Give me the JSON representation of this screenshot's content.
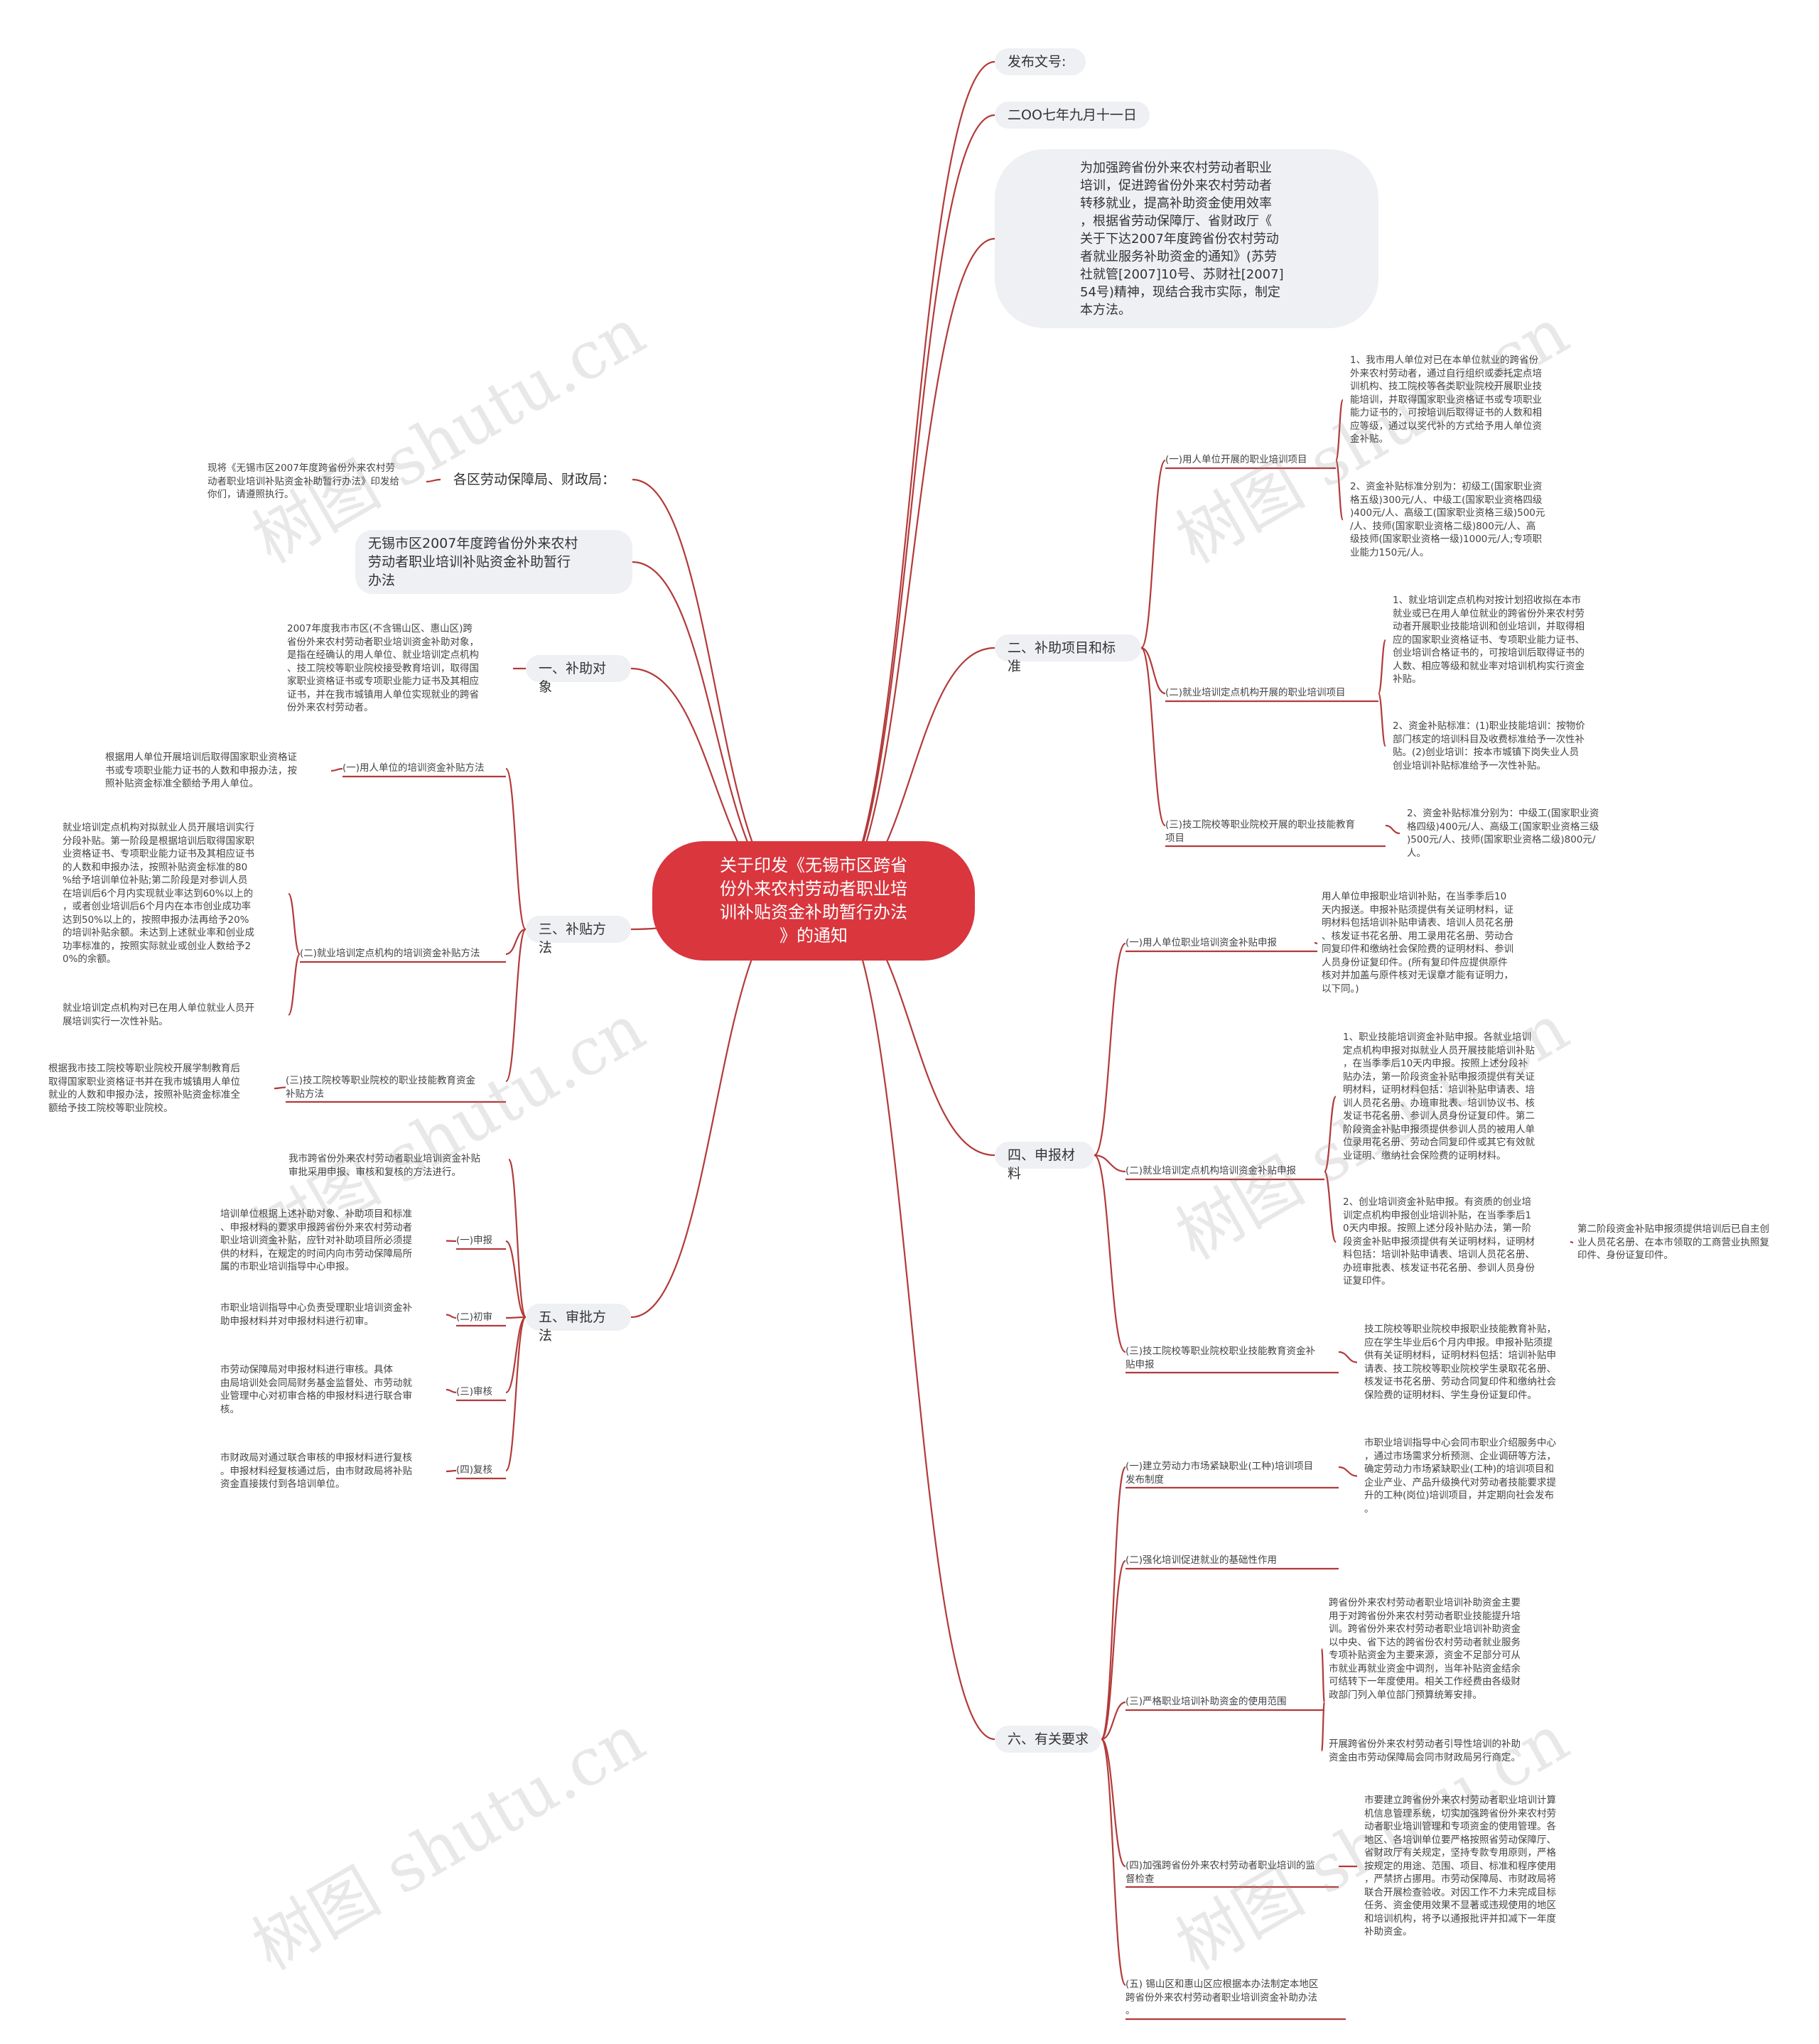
{
  "watermark": "树图 shutu.cn",
  "root": {
    "title": "关于印发《无锡市区跨省\n份外来农村劳动者职业培\n训补贴资金补助暂行办法\n》的通知"
  },
  "right": {
    "doc_no": "发布文号:",
    "date": "二OO七年九月十一日",
    "intro": "为加强跨省份外来农村劳动者职业\n培训，促进跨省份外来农村劳动者\n转移就业，提高补助资金使用效率\n，根据省劳动保障厅、省财政厅《\n关于下达2007年度跨省份农村劳动\n者就业服务补助资金的通知》(苏劳\n社就管[2007]10号、苏财社[2007]\n54号)精神，现结合我市实际，制定\n本方法。",
    "b2": {
      "label": "二、补助项目和标准",
      "s1": {
        "label": "(一)用人单位开展的职业培训项目",
        "l1": "1、我市用人单位对已在本单位就业的跨省份\n外来农村劳动者，通过自行组织或委托定点培\n训机构、技工院校等各类职业院校开展职业技\n能培训，并取得国家职业资格证书或专项职业\n能力证书的，可按培训后取得证书的人数和相\n应等级，通过以奖代补的方式给予用人单位资\n金补贴。",
        "l2": "2、资金补贴标准分别为：初级工(国家职业资\n格五级)300元/人、中级工(国家职业资格四级\n)400元/人、高级工(国家职业资格三级)500元\n/人、技师(国家职业资格二级)800元/人、高\n级技师(国家职业资格一级)1000元/人;专项职\n业能力150元/人。"
      },
      "s2": {
        "label": "(二)就业培训定点机构开展的职业培训项目",
        "l1": "1、就业培训定点机构对按计划招收拟在本市\n就业或已在用人单位就业的跨省份外来农村劳\n动者开展职业技能培训和创业培训，并取得相\n应的国家职业资格证书、专项职业能力证书、\n创业培训合格证书的，可按培训后取得证书的\n人数、相应等级和就业率对培训机构实行资金\n补贴。",
        "l2": "2、资金补贴标准：(1)职业技能培训：按物价\n部门核定的培训科目及收费标准给予一次性补\n贴。(2)创业培训：按本市城镇下岗失业人员\n创业培训补贴标准给予一次性补贴。"
      },
      "s3": {
        "label": "(三)技工院校等职业院校开展的职业技能教育\n项目",
        "l1": "2、资金补贴标准分别为：中级工(国家职业资\n格四级)400元/人、高级工(国家职业资格三级\n)500元/人、技师(国家职业资格二级)800元/\n人。"
      }
    },
    "b4": {
      "label": "四、申报材料",
      "s1": {
        "label": "(一)用人单位职业培训资金补贴申报",
        "l1": "用人单位申报职业培训补贴，在当季季后10\n天内报送。申报补贴须提供有关证明材料，证\n明材料包括培训补贴申请表、培训人员花名册\n、核发证书花名册、用工录用花名册、劳动合\n同复印件和缴纳社会保险费的证明材料、参训\n人员身份证复印件。(所有复印件应提供原件\n核对并加盖与原件核对无误章才能有证明力，\n以下同。)"
      },
      "s2": {
        "label": "(二)就业培训定点机构培训资金补贴申报",
        "l1": "1、职业技能培训资金补贴申报。各就业培训\n定点机构申报对拟就业人员开展技能培训补贴\n，在当季季后10天内申报。按照上述分段补\n贴办法，第一阶段资金补贴申报须提供有关证\n明材料，证明材料包括：培训补贴申请表、培\n训人员花名册、办班审批表、培训协议书、核\n发证书花名册、参训人员身份证复印件。第二\n阶段资金补贴申报须提供参训人员的被用人单\n位录用花名册、劳动合同复印件或其它有效就\n业证明、缴纳社会保险费的证明材料。",
        "l2": "2、创业培训资金补贴申报。有资质的创业培\n训定点机构申报创业培训补贴，在当季季后1\n0天内申报。按照上述分段补贴办法，第一阶\n段资金补贴申报须提供有关证明材料，证明材\n料包括：培训补贴申请表、培训人员花名册、\n办班审批表、核发证书花名册、参训人员身份\n证复印件。",
        "l2b": "第二阶段资金补贴申报须提供培训后已自主创\n业人员花名册、在本市领取的工商营业执照复\n印件、身份证复印件。"
      },
      "s3": {
        "label": "(三)技工院校等职业院校职业技能教育资金补\n贴申报",
        "l1": "技工院校等职业院校申报职业技能教育补贴，\n应在学生毕业后6个月内申报。申报补贴须提\n供有关证明材料，证明材料包括：培训补贴申\n请表、技工院校等职业院校学生录取花名册、\n核发证书花名册、劳动合同复印件和缴纳社会\n保险费的证明材料、学生身份证复印件。"
      }
    },
    "b6": {
      "label": "六、有关要求",
      "s1": {
        "label": "(一)建立劳动力市场紧缺职业(工种)培训项目\n发布制度",
        "l1": "市职业培训指导中心会同市职业介绍服务中心\n，通过市场需求分析预测、企业调研等方法，\n确定劳动力市场紧缺职业(工种)的培训项目和\n企业产业、产品升级换代对劳动者技能要求提\n升的工种(岗位)培训项目，并定期向社会发布\n。"
      },
      "s2": {
        "label": "(二)强化培训促进就业的基础性作用"
      },
      "s3": {
        "label": "(三)严格职业培训补助资金的使用范围",
        "l1": "跨省份外来农村劳动者职业培训补助资金主要\n用于对跨省份外来农村劳动者职业技能提升培\n训。跨省份外来农村劳动者职业培训补助资金\n以中央、省下达的跨省份农村劳动者就业服务\n专项补贴资金为主要来源，资金不足部分可从\n市就业再就业资金中调剂，当年补贴资金结余\n可结转下一年度使用。相关工作经费由各级财\n政部门列入单位部门预算统筹安排。",
        "l2": "开展跨省份外来农村劳动者引导性培训的补助\n资金由市劳动保障局会同市财政局另行商定。"
      },
      "s4": {
        "label": "(四)加强跨省份外来农村劳动者职业培训的监\n督检查",
        "l1": "市要建立跨省份外来农村劳动者职业培训计算\n机信息管理系统，切实加强跨省份外来农村劳\n动者职业培训管理和专项资金的使用管理。各\n地区、各培训单位要严格按照省劳动保障厅、\n省财政厅有关规定，坚持专款专用原则，严格\n按规定的用途、范围、项目、标准和程序使用\n，严禁挤占挪用。市劳动保障局、市财政局将\n联合开展检查验收。对因工作不力未完成目标\n任务、资金使用效果不显著或违规使用的地区\n和培训机构，将予以通报批评并扣减下一年度\n补助资金。"
      },
      "s5": {
        "label": "(五) 锡山区和惠山区应根据本办法制定本地区\n跨省份外来农村劳动者职业培训资金补助办法\n。"
      }
    }
  },
  "left": {
    "notice": {
      "label": "各区劳动保障局、财政局：",
      "l1": "现将《无锡市区2007年度跨省份外来农村劳\n动者职业培训补贴资金补助暂行办法》印发给\n你们，请遵照执行。"
    },
    "title2": "无锡市区2007年度跨省份外来农村\n劳动者职业培训补贴资金补助暂行\n办法",
    "b1": {
      "label": "一、补助对象",
      "l1": "2007年度我市市区(不含锡山区、惠山区)跨\n省份外来农村劳动者职业培训资金补助对象，\n是指在经确认的用人单位、就业培训定点机构\n、技工院校等职业院校接受教育培训，取得国\n家职业资格证书或专项职业能力证书及其相应\n证书，并在我市城镇用人单位实现就业的跨省\n份外来农村劳动者。"
    },
    "b3": {
      "label": "三、补贴方法",
      "s1": {
        "label": "(一)用人单位的培训资金补贴方法",
        "l1": "根据用人单位开展培训后取得国家职业资格证\n书或专项职业能力证书的人数和申报办法，按\n照补贴资金标准全额给予用人单位。"
      },
      "s2": {
        "label": "(二)就业培训定点机构的培训资金补贴方法",
        "l1": "就业培训定点机构对拟就业人员开展培训实行\n分段补贴。第一阶段是根据培训后取得国家职\n业资格证书、专项职业能力证书及其相应证书\n的人数和申报办法，按照补贴资金标准的80\n%给予培训单位补贴;第二阶段是对参训人员\n在培训后6个月内实现就业率达到60%以上的\n，或者创业培训后6个月内在本市创业成功率\n达到50%以上的，按照申报办法再给予20%\n的培训补贴余额。未达到上述就业率和创业成\n功率标准的，按照实际就业或创业人数给予2\n0%的余额。",
        "l2": "就业培训定点机构对已在用人单位就业人员开\n展培训实行一次性补贴。"
      },
      "s3": {
        "label": "(三)技工院校等职业院校的职业技能教育资金\n补贴方法",
        "l1": "根据我市技工院校等职业院校开展学制教育后\n取得国家职业资格证书并在我市城镇用人单位\n就业的人数和申报办法，按照补贴资金标准全\n额给予技工院校等职业院校。"
      }
    },
    "b5": {
      "label": "五、审批方法",
      "l0": "我市跨省份外来农村劳动者职业培训资金补贴\n审批采用申报、审核和复核的方法进行。",
      "s1": {
        "label": "(一)申报",
        "l1": "培训单位根据上述补助对象、补助项目和标准\n、申报材料的要求申报跨省份外来农村劳动者\n职业培训资金补贴，应针对补助项目所必须提\n供的材料，在规定的时间内向市劳动保障局所\n属的市职业培训指导中心申报。"
      },
      "s2": {
        "label": "(二)初审",
        "l1": "市职业培训指导中心负责受理职业培训资金补\n助申报材料并对申报材料进行初审。"
      },
      "s3": {
        "label": "(三)审核",
        "l1": "市劳动保障局对申报材料进行审核。具体\n由局培训处会同局财务基金监督处、市劳动就\n业管理中心对初审合格的申报材料进行联合审\n核。"
      },
      "s4": {
        "label": "(四)复核",
        "l1": "市财政局对通过联合审核的申报材料进行复核\n。申报材料经复核通过后，由市财政局将补贴\n资金直接拨付到各培训单位。"
      }
    }
  }
}
